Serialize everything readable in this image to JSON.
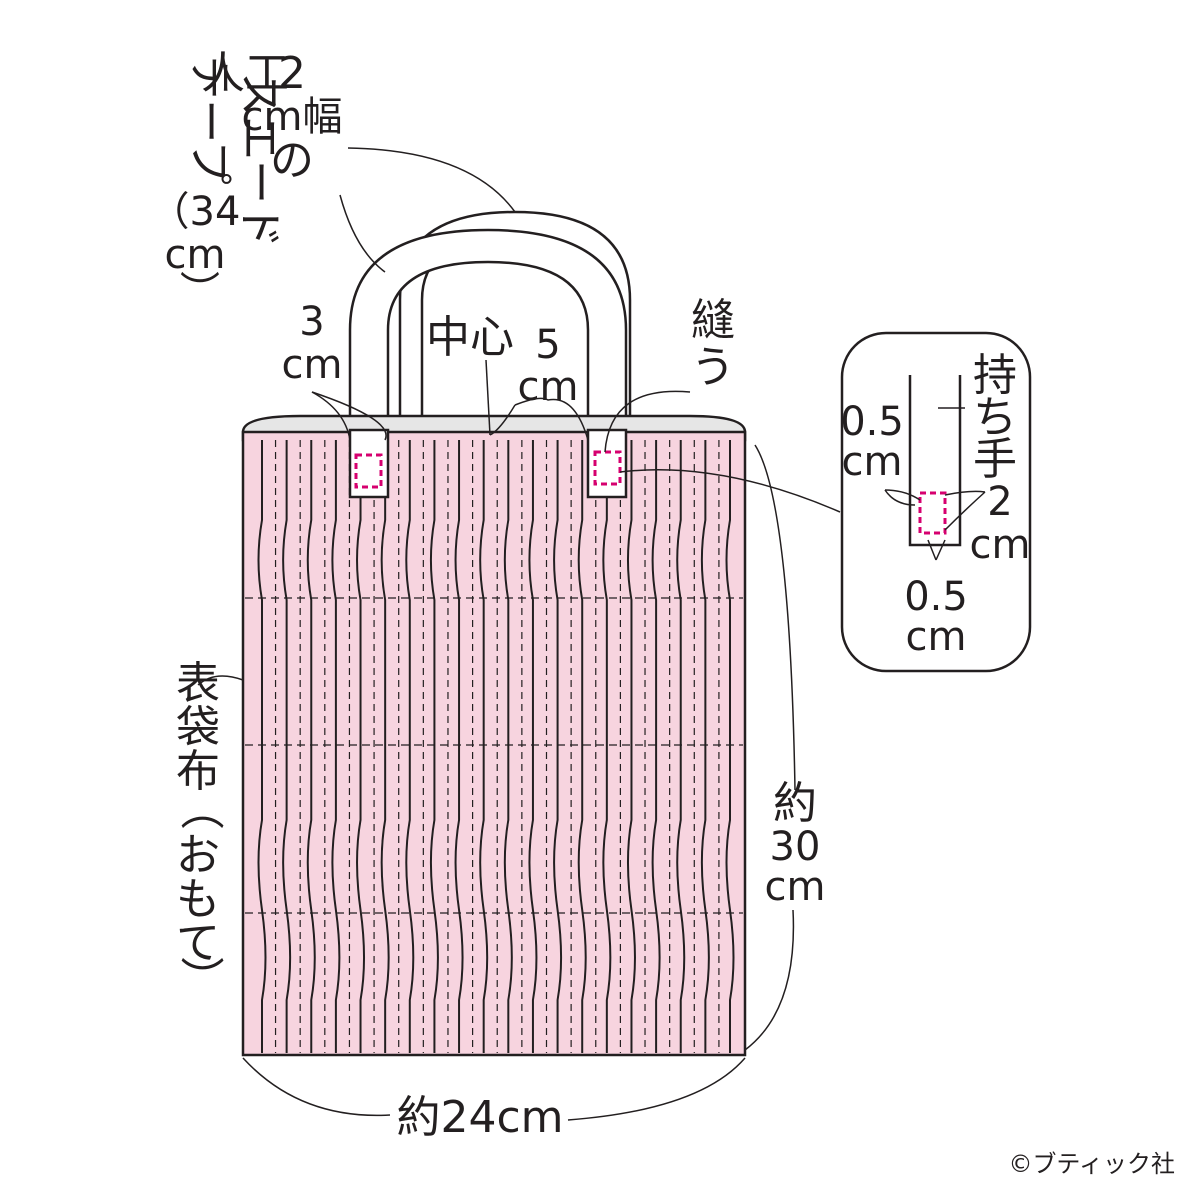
{
  "labels": {
    "handle_tape": "2cm幅の人工スエードテープ（34cm）",
    "handle_tape_lines": [
      "2",
      "cm幅",
      "の",
      "人工",
      "スエード",
      "テープ",
      "（34",
      "cm",
      "）"
    ],
    "three_cm": [
      "3",
      "cm"
    ],
    "center": "中心",
    "five_cm": [
      "5",
      "cm"
    ],
    "sew": [
      "縫",
      "う"
    ],
    "outer_fabric": "表袋布（おもて）",
    "outer_fabric_lines": [
      "表",
      "袋",
      "布",
      "（",
      "お",
      "も",
      "て",
      "）"
    ],
    "height": [
      "約",
      "30",
      "cm"
    ],
    "width": "約24cm",
    "copyright": "©ブティック社"
  },
  "detail": {
    "handle": [
      "持",
      "ち",
      "手"
    ],
    "left_margin": [
      "0.5",
      "cm"
    ],
    "right_dim": [
      "2",
      "cm"
    ],
    "bottom_margin": [
      "0.5",
      "cm"
    ]
  },
  "colors": {
    "fabric": "#f7d4df",
    "stitch_marker": "#d6006f",
    "line": "#231f20",
    "lining": "#e6e6e6"
  }
}
